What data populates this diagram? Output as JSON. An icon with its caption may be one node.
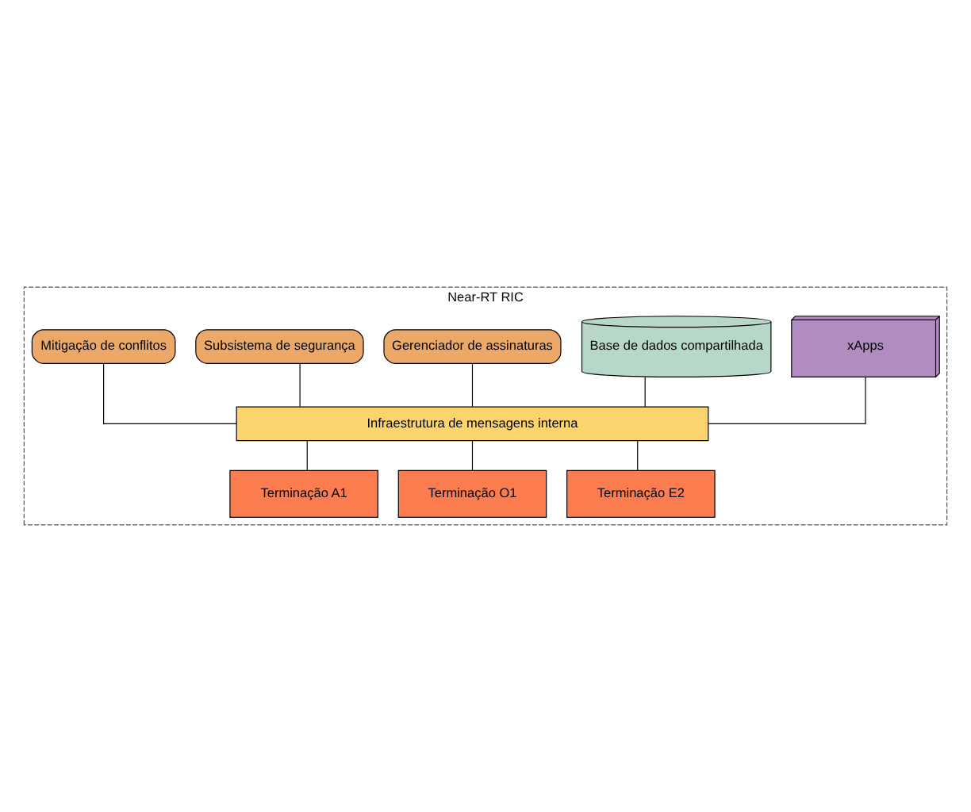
{
  "diagram": {
    "nodes": [
      {
        "text": [
          "Near-RT RIC"
        ]
      },
      {
        "text": [
          "xApps"
        ],
        "in": 0
      },
      {
        "text": [
          "Base de dados compartilhada"
        ],
        "in": 0
      },
      {
        "text": [
          "Gerenciador de assinaturas"
        ],
        "in": 0
      },
      {
        "text": [
          "Subsistema de segurança"
        ],
        "in": 0
      },
      {
        "text": [
          "Mitigação de conflitos"
        ],
        "in": 0
      },
      {
        "text": [
          "Infraestrutura de mensagens interna"
        ],
        "in": 0
      },
      {
        "text": [
          "Terminação A1"
        ],
        "in": 0
      },
      {
        "text": [
          "Terminação O1"
        ],
        "in": 0
      },
      {
        "text": [
          "Terminação E2"
        ],
        "in": 0
      }
    ],
    "edges": [
      {
        "from": 1,
        "to": 6,
        "arrow": "none"
      },
      {
        "from": 2,
        "to": 6,
        "arrow": "none"
      },
      {
        "from": 3,
        "to": 6,
        "arrow": "none"
      },
      {
        "from": 4,
        "to": 6,
        "arrow": "none"
      },
      {
        "from": 5,
        "to": 6,
        "arrow": "none"
      },
      {
        "from": 6,
        "to": 7,
        "arrow": "none"
      },
      {
        "from": 6,
        "to": 8,
        "arrow": "none"
      },
      {
        "from": 6,
        "to": 9,
        "arrow": "none"
      }
    ]
  }
}
